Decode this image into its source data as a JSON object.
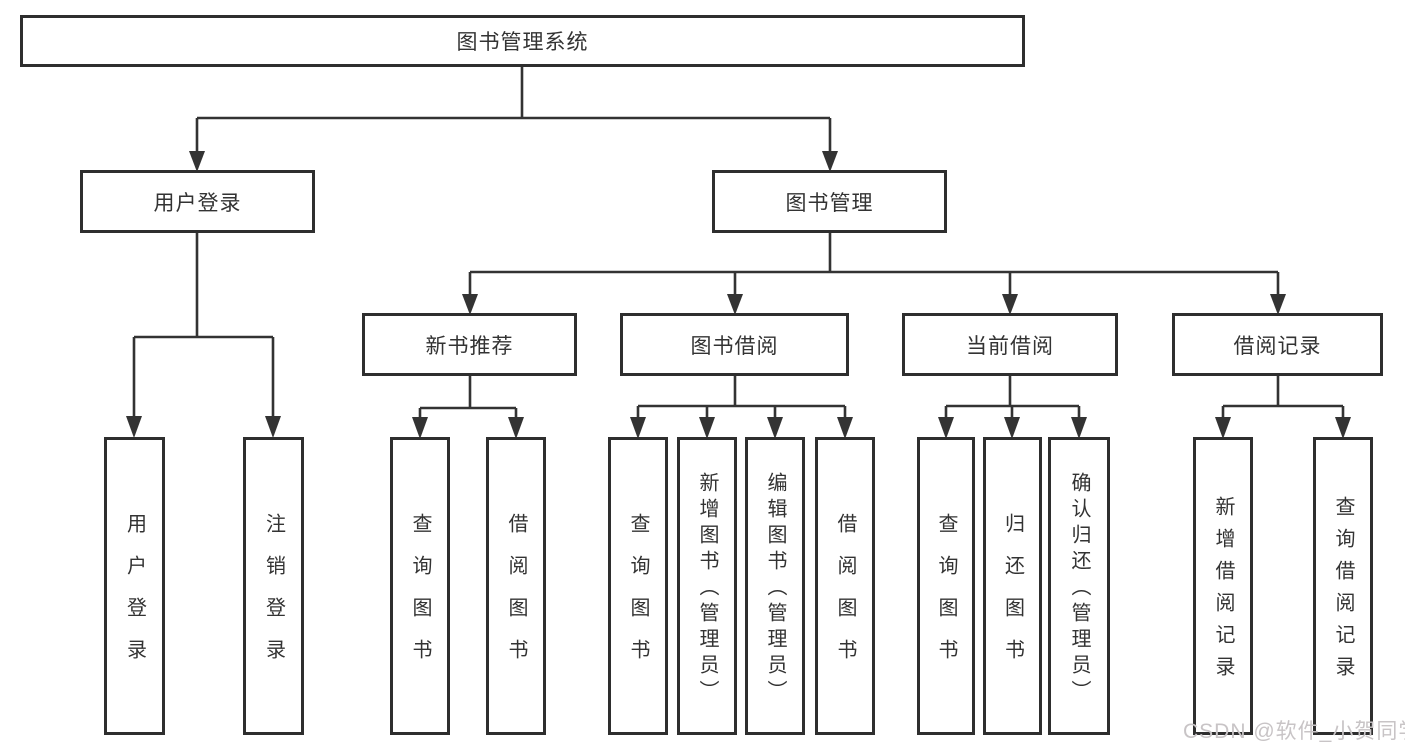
{
  "nodes": {
    "root": {
      "label": "图书管理系统"
    },
    "user_login": {
      "label": "用户登录"
    },
    "book_mgmt": {
      "label": "图书管理"
    },
    "new_book_rec": {
      "label": "新书推荐"
    },
    "book_borrow": {
      "label": "图书借阅"
    },
    "current_borrow": {
      "label": "当前借阅"
    },
    "borrow_record": {
      "label": "借阅记录"
    },
    "leaf_user_login": {
      "label": "用户登录"
    },
    "leaf_logout": {
      "label": "注销登录"
    },
    "leaf_nb_query": {
      "label": "查询图书"
    },
    "leaf_nb_borrow": {
      "label": "借阅图书"
    },
    "leaf_bb_query": {
      "label": "查询图书"
    },
    "leaf_bb_add": {
      "label": "新增图书（管理员）"
    },
    "leaf_bb_edit": {
      "label": "编辑图书（管理员）"
    },
    "leaf_bb_borrow": {
      "label": "借阅图书"
    },
    "leaf_cb_query": {
      "label": "查询图书"
    },
    "leaf_cb_return": {
      "label": "归还图书"
    },
    "leaf_cb_confirm": {
      "label": "确认归还（管理员）"
    },
    "leaf_br_add": {
      "label": "新增借阅记录"
    },
    "leaf_br_query": {
      "label": "查询借阅记录"
    }
  },
  "hierarchy": {
    "图书管理系统": {
      "用户登录": [
        "用户登录",
        "注销登录"
      ],
      "图书管理": {
        "新书推荐": [
          "查询图书",
          "借阅图书"
        ],
        "图书借阅": [
          "查询图书",
          "新增图书（管理员）",
          "编辑图书（管理员）",
          "借阅图书"
        ],
        "当前借阅": [
          "查询图书",
          "归还图书",
          "确认归还（管理员）"
        ],
        "借阅记录": [
          "新增借阅记录",
          "查询借阅记录"
        ]
      }
    }
  },
  "watermark": {
    "text": "CSDN @软件_小贺同学"
  },
  "colors": {
    "line": "#333333",
    "border": "#2e2e2e",
    "text": "#333333",
    "watermark": "#c8c4c6",
    "background": "#ffffff"
  }
}
